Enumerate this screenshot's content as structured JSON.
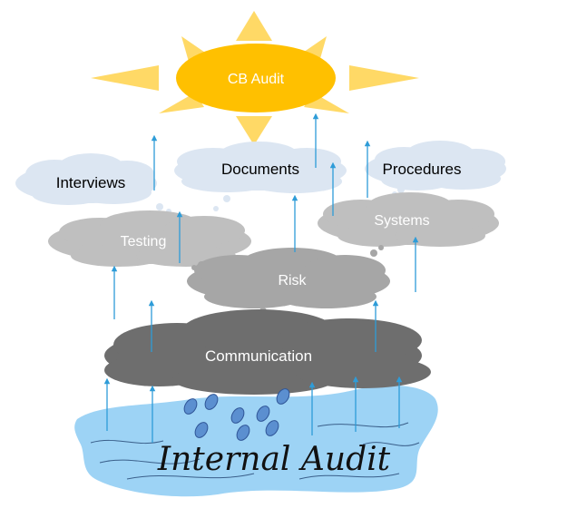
{
  "sun": {
    "label": "CB Audit",
    "color": "#FFC000",
    "ray_color": "#FFD966"
  },
  "clouds": {
    "interviews": {
      "label": "Interviews",
      "color": "#DCE6F2"
    },
    "documents": {
      "label": "Documents",
      "color": "#DCE6F2"
    },
    "procedures": {
      "label": "Procedures",
      "color": "#DCE6F2"
    },
    "testing": {
      "label": "Testing",
      "color": "#BFBFBF"
    },
    "systems": {
      "label": "Systems",
      "color": "#BFBFBF"
    },
    "risk": {
      "label": "Risk",
      "color": "#A6A6A6"
    },
    "communication": {
      "label": "Communication",
      "color": "#6E6E6E"
    }
  },
  "water": {
    "label": "Internal Audit",
    "color": "#9DD3F5"
  },
  "arrow_color": "#2E9CD8",
  "raindrop_color": "#5B8FD0"
}
